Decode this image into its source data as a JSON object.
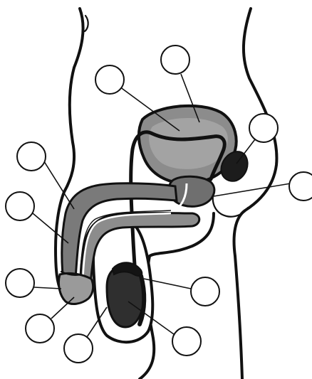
{
  "diagram": {
    "style": "grayscale line illustration, sagittal section",
    "colors": {
      "background": "#ffffff",
      "outline": "#111111",
      "organ_light": "#8c8c8c",
      "organ_mid": "#6f6f6f",
      "organ_dark": "#3a3a3a",
      "organ_darkest": "#1c1c1c",
      "skin": "#ffffff"
    },
    "structures": [
      {
        "key": "bladder",
        "icon": "bladder-shape"
      },
      {
        "key": "ductus-deferens",
        "icon": "tube-shape"
      },
      {
        "key": "seminal-vesicle",
        "icon": "gland-shape"
      },
      {
        "key": "prostate",
        "icon": "gland-shape"
      },
      {
        "key": "urethra",
        "icon": "tube-shape"
      },
      {
        "key": "corpus-cavernosum",
        "icon": "shaft-shape"
      },
      {
        "key": "glans",
        "icon": "tip-shape"
      },
      {
        "key": "testis",
        "icon": "oval-shape"
      },
      {
        "key": "epididymis",
        "icon": "crescent-shape"
      },
      {
        "key": "scrotum",
        "icon": "sac-shape"
      }
    ],
    "label_callouts": [
      {
        "key": "callout-1",
        "text": ""
      },
      {
        "key": "callout-2",
        "text": ""
      },
      {
        "key": "callout-3",
        "text": ""
      },
      {
        "key": "callout-4",
        "text": ""
      },
      {
        "key": "callout-5",
        "text": ""
      },
      {
        "key": "callout-6",
        "text": ""
      },
      {
        "key": "callout-7",
        "text": ""
      },
      {
        "key": "callout-8",
        "text": ""
      },
      {
        "key": "callout-9",
        "text": ""
      },
      {
        "key": "callout-10",
        "text": ""
      },
      {
        "key": "callout-11",
        "text": ""
      },
      {
        "key": "callout-12",
        "text": ""
      }
    ]
  }
}
